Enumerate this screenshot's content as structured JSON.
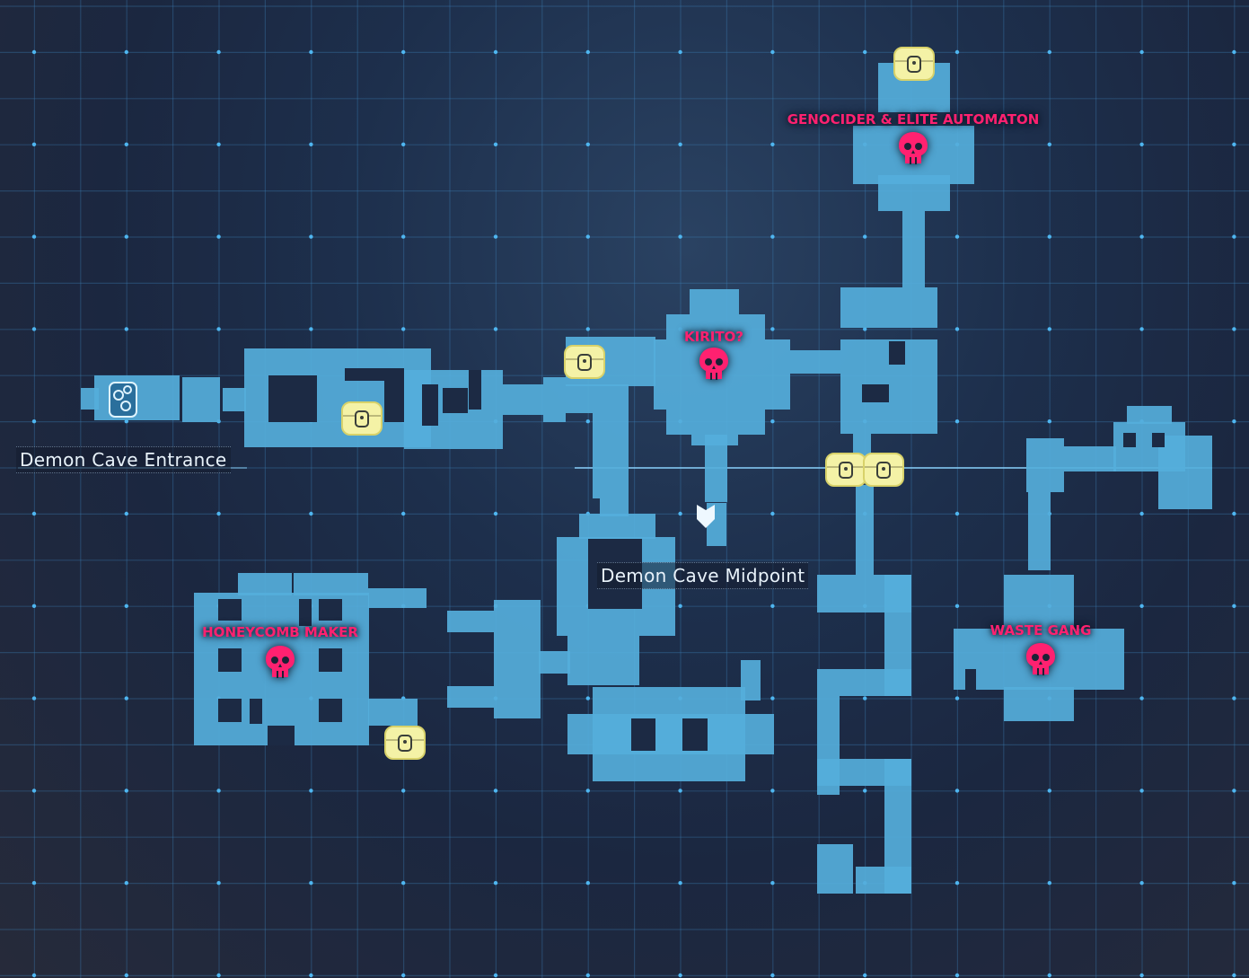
{
  "map": {
    "areas": [
      {
        "name": "Demon Cave Entrance"
      },
      {
        "name": "Demon Cave Midpoint"
      }
    ],
    "bosses": [
      {
        "name": "GENOCIDER & ELITE AUTOMATON",
        "icon": "skull-icon"
      },
      {
        "name": "KIRITO?",
        "icon": "skull-icon"
      },
      {
        "name": "HONEYCOMB MAKER",
        "icon": "skull-icon"
      },
      {
        "name": "WASTE GANG",
        "icon": "skull-icon"
      }
    ],
    "chest_count": 6,
    "icons": {
      "chest": "treasure-chest-icon",
      "entrance": "teleport-icon",
      "player": "player-marker-icon"
    }
  },
  "colors": {
    "room": "#55aedb",
    "boss": "#ff2170",
    "chest": "#f4f2a6",
    "background": "#1d2f4c"
  }
}
